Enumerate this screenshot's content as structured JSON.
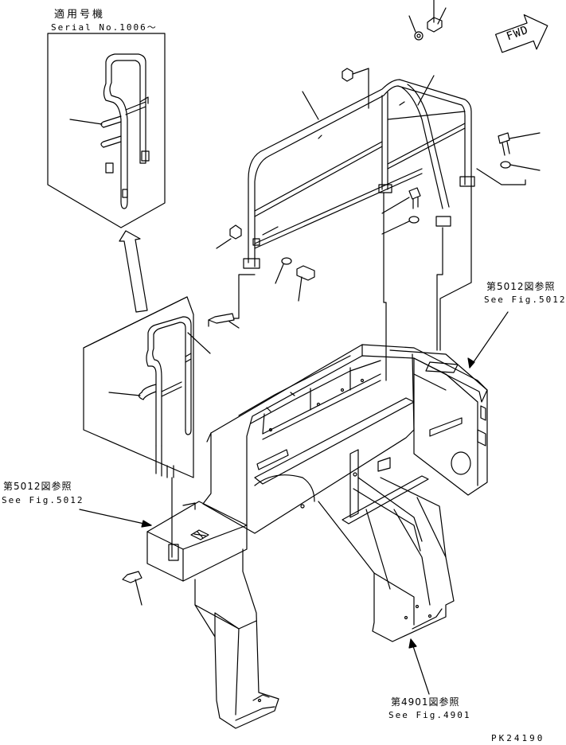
{
  "inset_top": {
    "title_jp": "適用号機",
    "serial": "Serial No.1006～"
  },
  "fwd_label": "FWD",
  "refs": {
    "ref_right_top": {
      "jp": "第5012図参照",
      "en": "See Fig.5012"
    },
    "ref_left": {
      "jp": "第5012図参照",
      "en": "See Fig.5012"
    },
    "ref_bottom": {
      "jp": "第4901図参照",
      "en": "See Fig.4901"
    }
  },
  "drawing_number": "PK24190"
}
